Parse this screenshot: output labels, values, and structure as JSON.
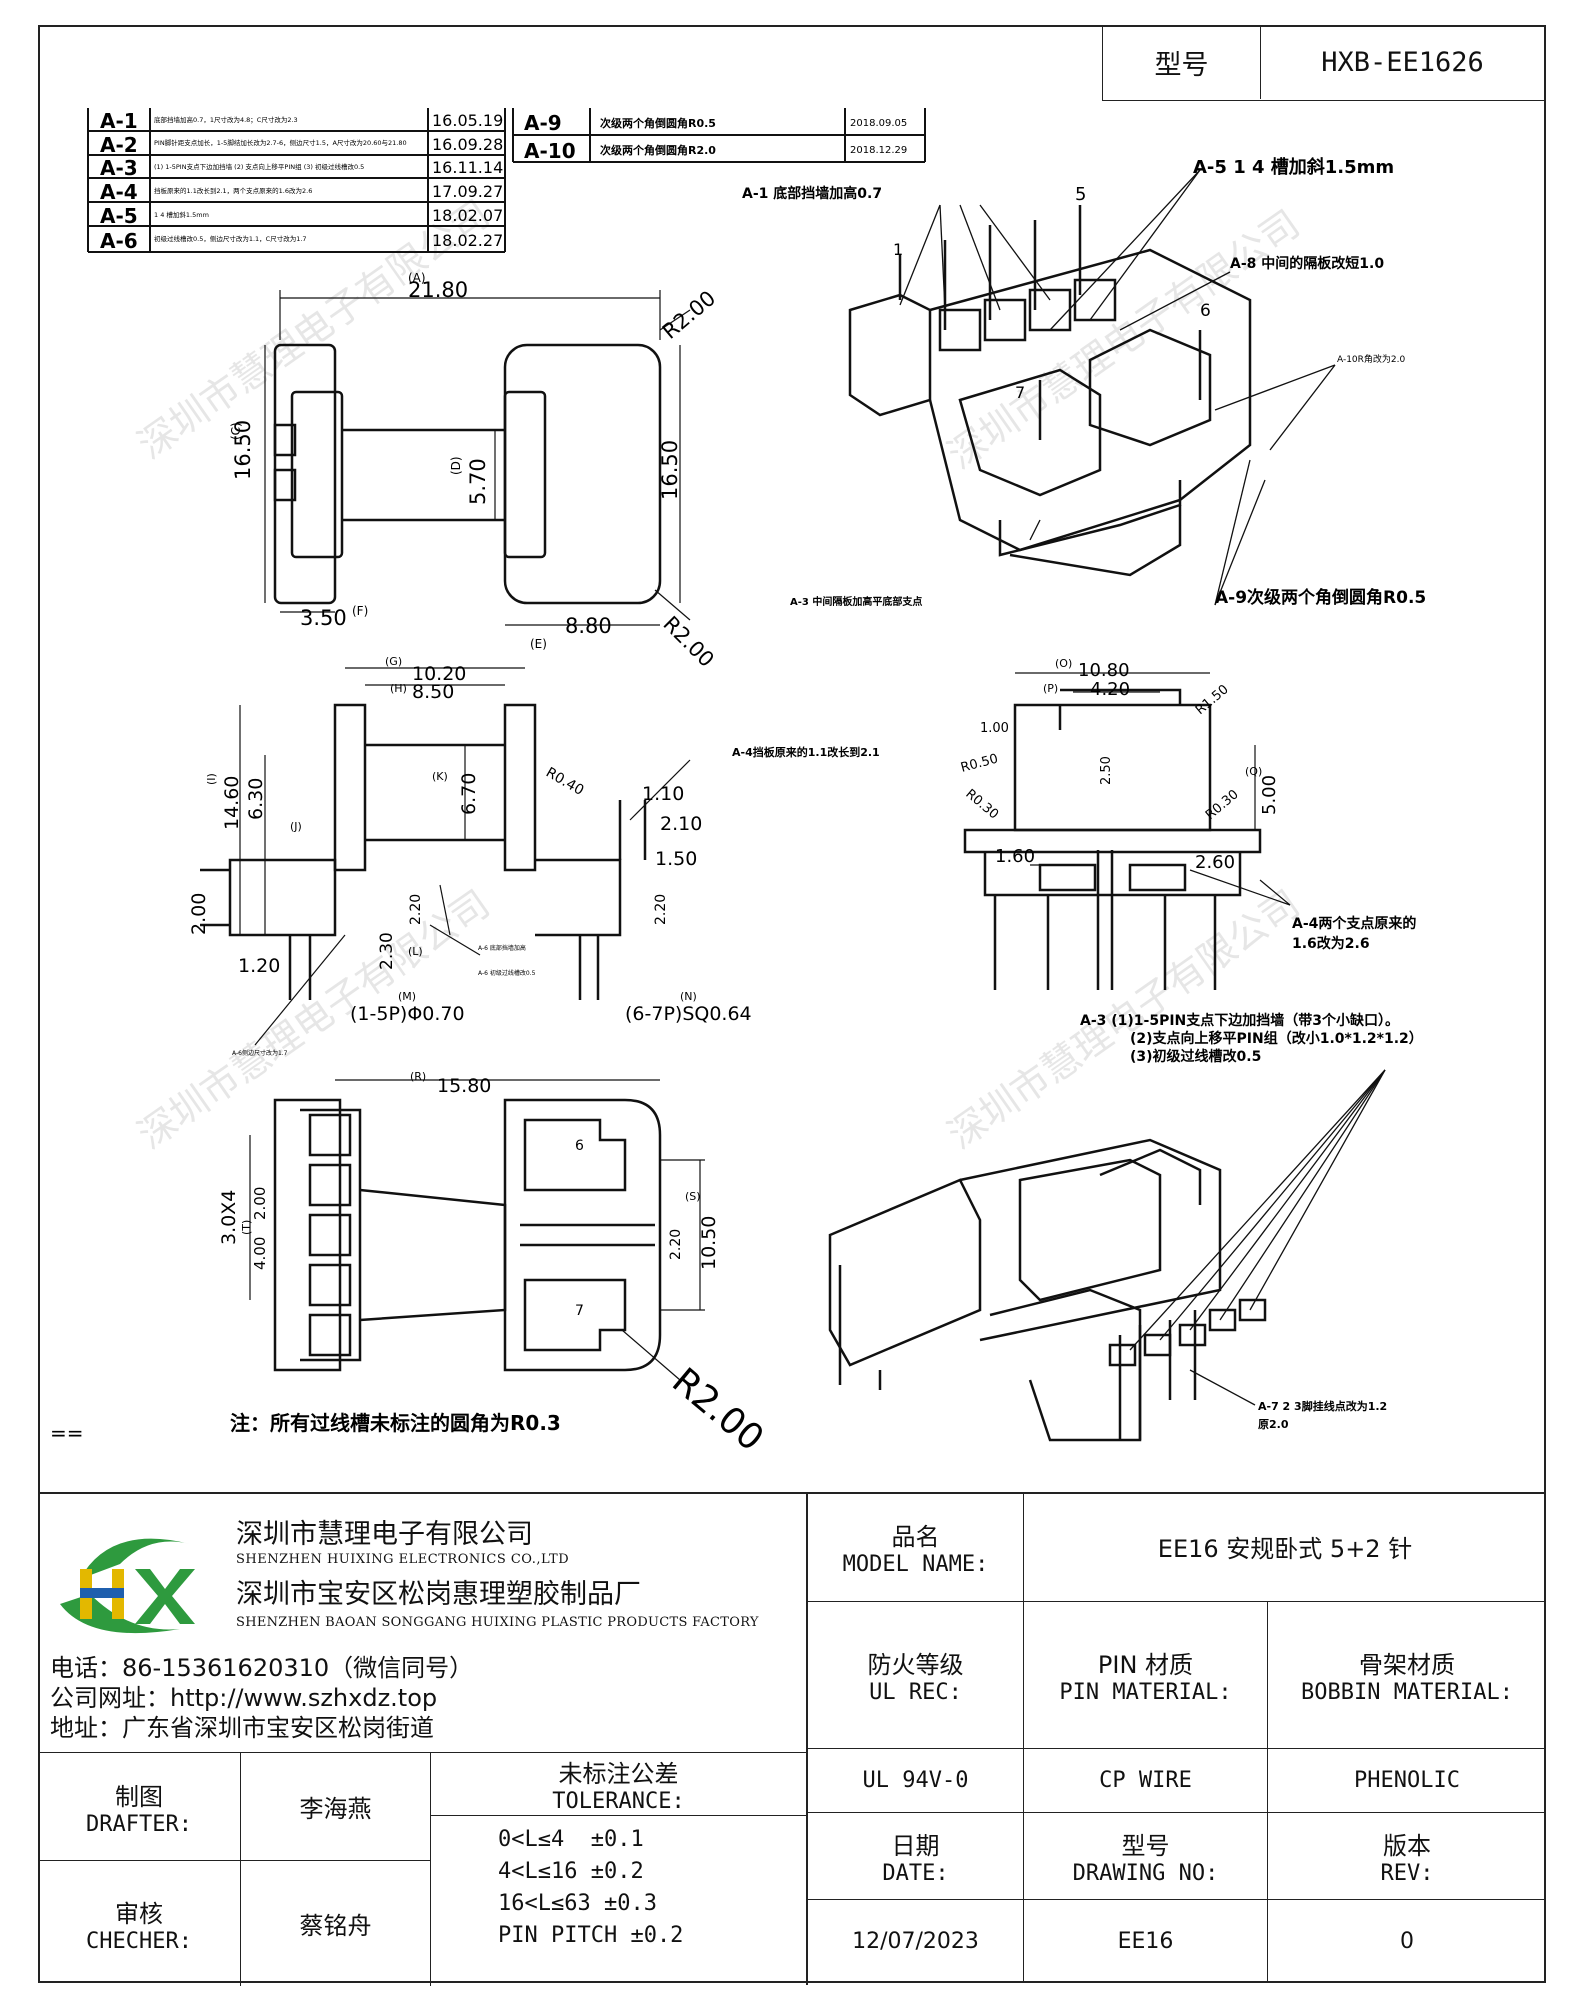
{
  "title_block": {
    "model_label": "型号",
    "model_value": "HXB-EE1626"
  },
  "revisions_left": [
    {
      "code": "A-1",
      "desc": "底部挡墙加高0.7，1尺寸改为4.8；C尺寸改为2.3",
      "date": "16.05.19"
    },
    {
      "code": "A-2",
      "desc": "PIN脚针距支点加长，1-5脚结加长改为2.7-6，侧边尺寸1.5，A尺寸改为20.60与21.80",
      "date": "16.09.28"
    },
    {
      "code": "A-3",
      "desc": "(1) 1-5PIN支点下边加挡墙 (2) 支点向上移平PIN组 (3) 初级过线槽改0.5",
      "date": "16.11.14"
    },
    {
      "code": "A-4",
      "desc": "挡板原来的1.1改长到2.1，两个支点原来的1.6改为2.6",
      "date": "17.09.27"
    },
    {
      "code": "A-5",
      "desc": "1 4 槽加斜1.5mm",
      "date": "18.02.07"
    },
    {
      "code": "A-6",
      "desc": "初级过线槽改0.5，侧边尺寸改为1.1，C尺寸改为1.7",
      "date": "18.02.27"
    }
  ],
  "revisions_right": [
    {
      "code": "A-9",
      "desc": "次级两个角倒圆角R0.5",
      "date": "2018.09.05"
    },
    {
      "code": "A-10",
      "desc": "次级两个角倒圆角R2.0",
      "date": "2018.12.29"
    }
  ],
  "top_view": {
    "dim_a": "21.80",
    "label_a": "(A)",
    "dim_c": "16.50",
    "label_c": "(C)",
    "dim_d": "5.70",
    "label_d": "(D)",
    "dim_right": "16.50",
    "dim_e": "8.80",
    "label_e": "(E)",
    "dim_f": "3.50",
    "label_f": "(F)",
    "radius_1": "R2.00",
    "radius_2": "R2.00"
  },
  "iso_notes": {
    "a5": "A-5 1 4 槽加斜1.5mm",
    "a1": "A-1 底部挡墙加高0.7",
    "a8": "A-8 中间的隔板改短1.0",
    "a10": "A-10R角改为2.0",
    "a3": "A-3 中间隔板加高平底部支点",
    "a9": "A-9次级两个角倒圆角R0.5",
    "pin1": "1",
    "pin5": "5",
    "pin6": "6",
    "pin7": "7"
  },
  "side_view": {
    "g": "10.20",
    "label_g": "(G)",
    "h": "8.50",
    "label_h": "(H)",
    "i": "14.60",
    "label_i": "(I)",
    "j": "6.30",
    "label_j": "(J)",
    "k": "6.70",
    "label_k": "(K)",
    "r040": "R0.40",
    "d110": "1.10",
    "d210": "2.10",
    "d150": "1.50",
    "d200": "2.00",
    "d220a": "2.20",
    "d220b": "2.20",
    "d120": "1.20",
    "d230": "2.30",
    "label_l": "(L)",
    "label_m": "(M)",
    "label_n": "(N)",
    "pins_1_5": "(1-5P)Φ0.70",
    "pins_6_7": "(6-7P)SQ0.64",
    "a4_note": "A-4挡板原来的1.1改长到2.1",
    "small_note_1": "A-6 底部挡墙加高",
    "small_note_2": "A-6 初级过线槽改0.5",
    "small_note_3": "A-6侧边尺寸改为1.7"
  },
  "front_view": {
    "o": "10.80",
    "label_o": "(O)",
    "p": "4.20",
    "label_p": "(P)",
    "d100": "1.00",
    "r150": "R1.50",
    "r050": "R0.50",
    "d250": "2.50",
    "r030a": "R0.30",
    "r030b": "R0.30",
    "q": "5.00",
    "label_q": "(Q)",
    "d160": "1.60",
    "d260": "2.60",
    "a4_note_1": "A-4两个支点原来的",
    "a4_note_2": "1.6改为2.6"
  },
  "a3_notes": [
    "A-3 (1)1-5PIN支点下边加挡墙（带3个小缺口）。",
    "(2)支点向上移平PIN组（改小1.0*1.2*1.2）",
    "(3)初级过线槽改0.5"
  ],
  "bottom_view": {
    "r": "15.80",
    "label_r": "(R)",
    "s": "10.50",
    "label_s": "(S)",
    "d3x4": "3.0X4",
    "label_t": "(T)",
    "d200": "2.00",
    "d400": "4.00",
    "d220": "2.20",
    "pin6": "6",
    "pin7": "7",
    "radius": "R2.00",
    "note": "注：所有过线槽未标注的圆角为R0.3"
  },
  "iso_bottom_note_1": "A-7 2 3脚挂线点改为1.2",
  "iso_bottom_note_2": "原2.0",
  "eq_mark": "==",
  "company": {
    "logo_text": "HX",
    "name_cn": "深圳市慧理电子有限公司",
    "name_en": "SHENZHEN HUIXING ELECTRONICS CO.,LTD",
    "factory_cn": "深圳市宝安区松岗惠理塑胶制品厂",
    "factory_en": "SHENZHEN BAOAN SONGGANG HUIXING PLASTIC PRODUCTS FACTORY",
    "phone": "电话：86-15361620310（微信同号）",
    "website": "公司网址：http://www.szhxdz.top",
    "address": "地址：广东省深圳市宝安区松岗街道"
  },
  "info": {
    "model_name_cn": "品名",
    "model_name_en": "MODEL NAME:",
    "model_name_value": "EE16 安规卧式 5+2 针",
    "ul_cn": "防火等级",
    "ul_en": "UL REC:",
    "ul_value": "UL 94V-0",
    "pin_cn": "PIN 材质",
    "pin_en": "PIN MATERIAL:",
    "pin_value": "CP WIRE",
    "bobbin_cn": "骨架材质",
    "bobbin_en": "BOBBIN MATERIAL:",
    "bobbin_value": "PHENOLIC",
    "date_cn": "日期",
    "date_en": "DATE:",
    "date_value": "12/07/2023",
    "dwg_cn": "型号",
    "dwg_en": "DRAWING NO:",
    "dwg_value": "EE16",
    "rev_cn": "版本",
    "rev_en": "REV:",
    "rev_value": "0"
  },
  "people": {
    "drafter_cn": "制图",
    "drafter_en": "DRAFTER:",
    "drafter_value": "李海燕",
    "checker_cn": "审核",
    "checker_en": "CHECHER:",
    "checker_value": "蔡铭舟"
  },
  "tolerance": {
    "title_cn": "未标注公差",
    "title_en": "TOLERANCE:",
    "rows": [
      "0<L≤4  ±0.1",
      "4<L≤16 ±0.2",
      "16<L≤63 ±0.3",
      "PIN PITCH ±0.2"
    ]
  },
  "watermark": "深圳市慧理电子有限公司",
  "colors": {
    "line": "#111111",
    "logo_green": "#2e9a3e",
    "logo_yellow": "#e3b800",
    "logo_blue": "#1f5fae",
    "watermark": "#c9c9c9"
  }
}
